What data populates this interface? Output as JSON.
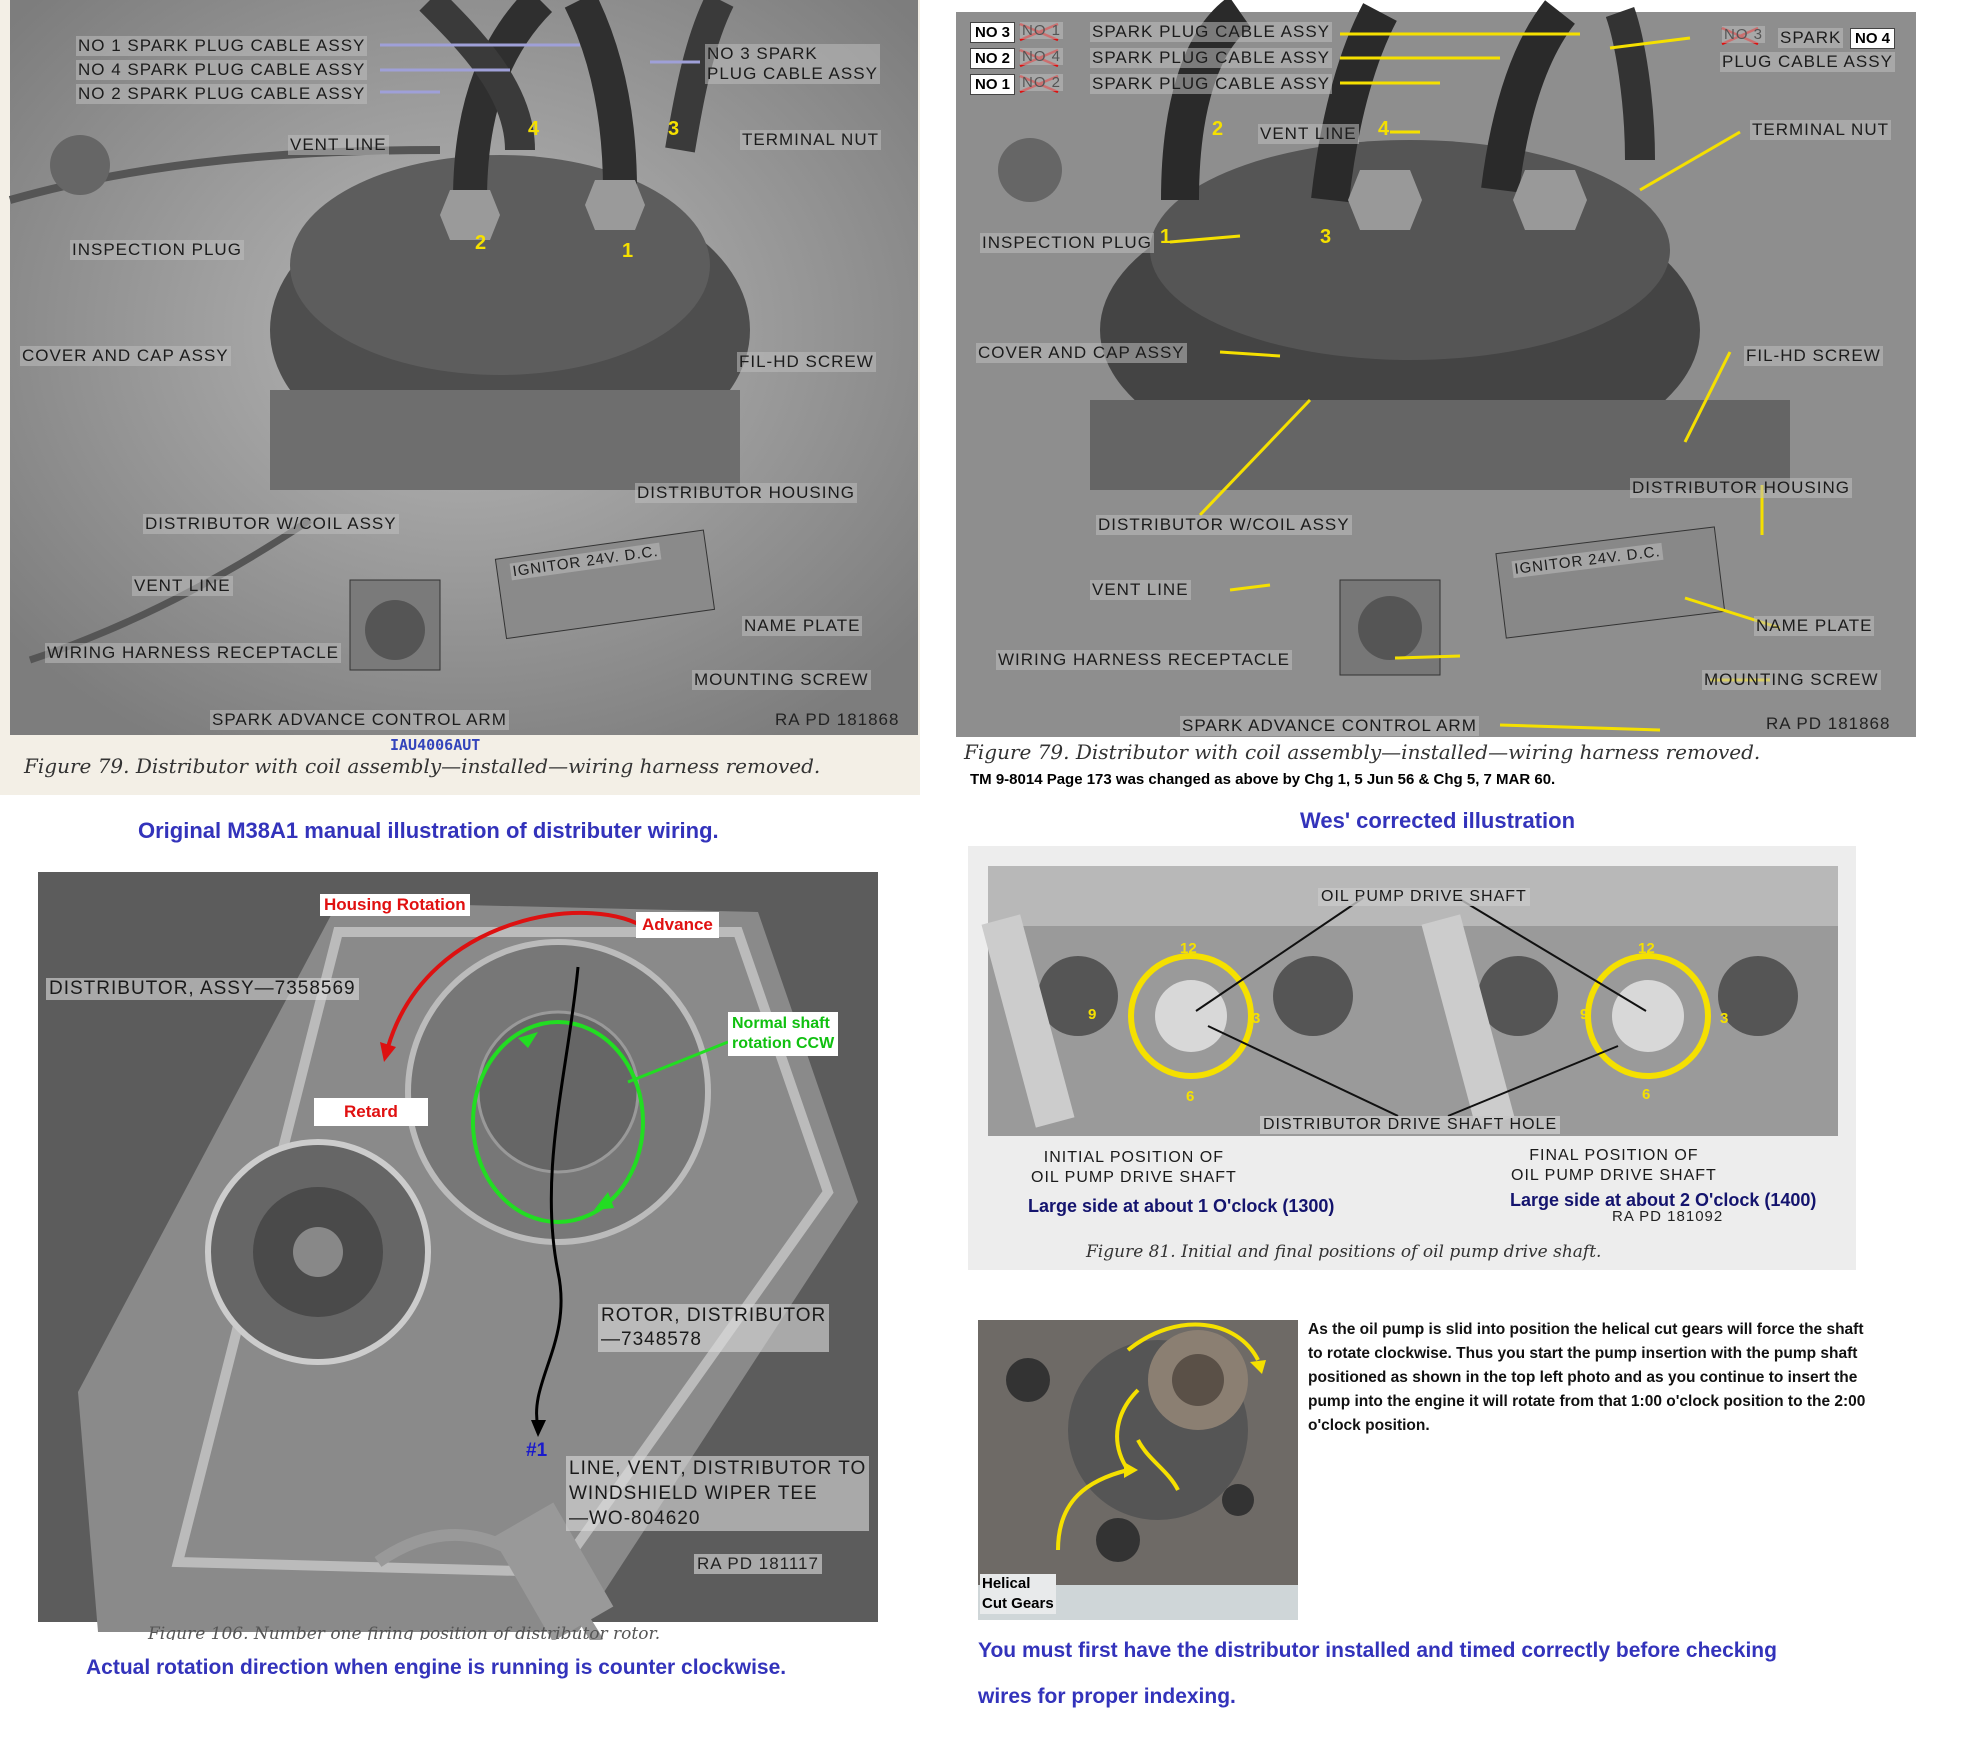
{
  "top_left": {
    "labels": {
      "no1": "NO 1 SPARK PLUG CABLE ASSY",
      "no4": "NO 4 SPARK PLUG CABLE ASSY",
      "no2": "NO 2 SPARK PLUG CABLE ASSY",
      "no3": "NO 3 SPARK\nPLUG CABLE ASSY",
      "vent_line_top": "VENT LINE",
      "terminal_nut": "TERMINAL NUT",
      "inspection_plug": "INSPECTION PLUG",
      "cover_cap": "COVER AND CAP ASSY",
      "fil_hd": "FIL-HD SCREW",
      "dist_housing": "DISTRIBUTOR HOUSING",
      "dist_coil": "DISTRIBUTOR W/COIL ASSY",
      "vent_line_bottom": "VENT LINE",
      "wiring_receptacle": "WIRING HARNESS RECEPTACLE",
      "name_plate": "NAME PLATE",
      "mounting_screw": "MOUNTING SCREW",
      "spark_advance": "SPARK ADVANCE CONTROL ARM",
      "nameplate_text": "IGNITOR 24V. D.C."
    },
    "numbers": [
      "4",
      "3",
      "2",
      "1"
    ],
    "ra": "RA PD 181868",
    "stamp": "IAU4006AUT",
    "figure": "Figure 79.  Distributor with coil assembly—installed—wiring harness removed."
  },
  "top_left_caption": "Original M38A1 manual illustration of distributer wiring.",
  "top_right": {
    "boxes": {
      "no3": "NO 3",
      "no2": "NO 2",
      "no1": "NO 1",
      "no4": "NO 4"
    },
    "struck": {
      "a": "NO 1",
      "b": "NO 4",
      "c": "NO 2",
      "d": "NO 3"
    },
    "labels": {
      "cable_a": "SPARK PLUG CABLE ASSY",
      "cable_b": "SPARK PLUG CABLE ASSY",
      "cable_c": "SPARK PLUG CABLE ASSY",
      "no4_spark": "SPARK",
      "no4_cable": "PLUG CABLE ASSY",
      "vent_line_top": "VENT LINE",
      "terminal_nut": "TERMINAL NUT",
      "inspection_plug": "INSPECTION PLUG",
      "cover_cap": "COVER AND CAP ASSY",
      "fil_hd": "FIL-HD SCREW",
      "dist_housing": "DISTRIBUTOR HOUSING",
      "dist_coil": "DISTRIBUTOR W/COIL ASSY",
      "vent_line_bottom": "VENT LINE",
      "name_plate": "NAME PLATE",
      "wiring_receptacle": "WIRING HARNESS RECEPTACLE",
      "mounting_screw": "MOUNTING SCREW",
      "spark_advance": "SPARK ADVANCE CONTROL ARM",
      "nameplate_text": "IGNITOR 24V. D.C."
    },
    "numbers": [
      "2",
      "4",
      "1",
      "3"
    ],
    "ra": "RA PD 181868",
    "figure": "Figure 79.  Distributor with coil assembly—installed—wiring harness removed.",
    "note": "TM 9-8014 Page 173 was changed as above by  Chg 1, 5 Jun 56  & Chg 5, 7 MAR 60."
  },
  "top_right_caption": "Wes' corrected illustration",
  "bottom_left": {
    "housing_rotation": "Housing Rotation",
    "advance": "Advance",
    "retard": "Retard",
    "normal_rotation": "Normal shaft\nrotation CCW",
    "dist_assy": "DISTRIBUTOR, ASSY—7358569",
    "rotor": "ROTOR, DISTRIBUTOR\n—7348578",
    "line_vent": "LINE, VENT, DISTRIBUTOR TO\nWINDSHIELD WIPER TEE\n—WO-804620",
    "ra": "RA PD 181117",
    "marker": "#1",
    "figure": "Figure 106.  Number one firing position of distributor rotor.",
    "caption": "Actual rotation direction when engine is running is counter clockwise."
  },
  "bottom_right": {
    "oil_pump_shaft": "OIL PUMP DRIVE SHAFT",
    "drive_shaft_hole": "DISTRIBUTOR DRIVE SHAFT HOLE",
    "initial": "INITIAL POSITION OF\nOIL PUMP DRIVE SHAFT",
    "final": "FINAL POSITION OF\nOIL PUMP DRIVE SHAFT",
    "large1": "Large side at about 1 O'clock (1300)",
    "large2": "Large side at about 2 O'clock (1400)",
    "ra": "RA PD 181092",
    "clock": [
      "12",
      "9",
      "3",
      "6"
    ],
    "figure": "Figure 81.  Initial and final positions of oil pump drive shaft.",
    "helical": "Helical\nCut Gears",
    "paragraph": "As the oil pump is slid into position the helical cut gears will force the shaft to rotate clockwise. Thus you start the pump insertion with the pump shaft positioned as shown in the top left photo and as you continue to insert the pump into the engine it will rotate from that 1:00 o'clock position to the 2:00 o'clock position.",
    "caption": "You must first have the distributor installed and timed correctly before checking\nwires for proper indexing."
  }
}
